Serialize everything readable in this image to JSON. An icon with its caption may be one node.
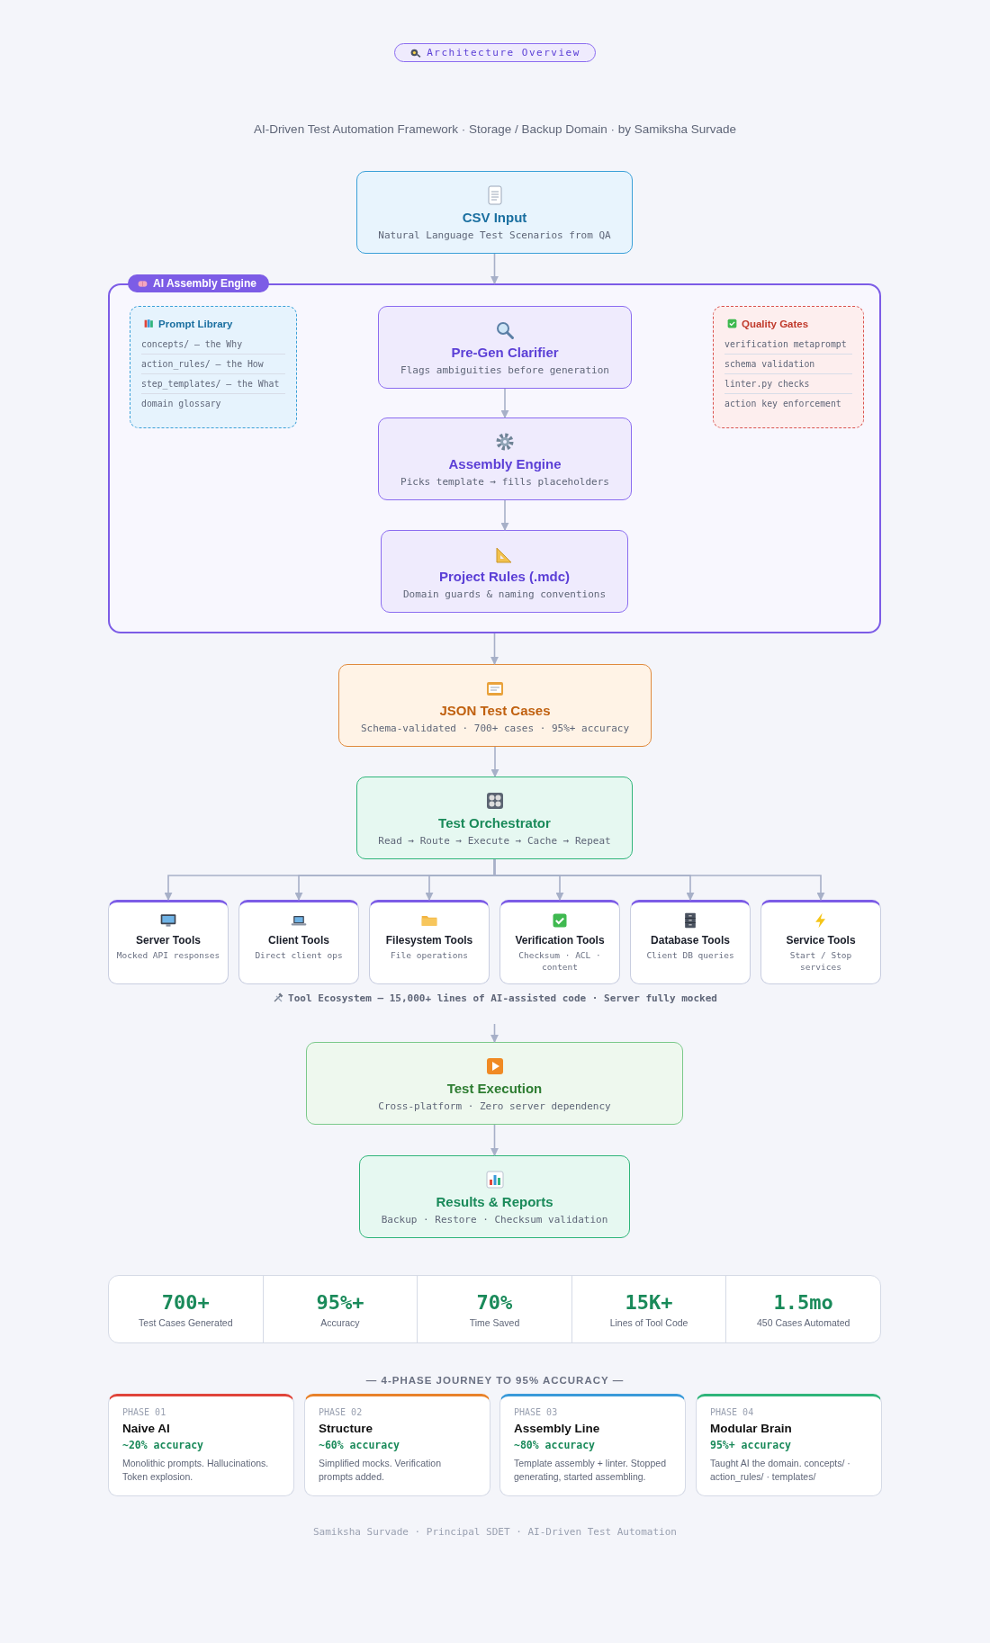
{
  "diagram": {
    "nodes": [
      {
        "text": [
          "CSV Input",
          "Natural Language Test Scenarios from QA"
        ]
      },
      {
        "text": [
          "AI Assembly Engine"
        ]
      },
      {
        "text": [
          "Prompt Library",
          "concepts/ — the Why",
          "action_rules/ — the How",
          "step_templates/ — the What",
          "domain glossary"
        ],
        "in": 1
      },
      {
        "text": [
          "Pre-Gen Clarifier",
          "Flags ambiguities before generation"
        ],
        "in": 1
      },
      {
        "text": [
          "Quality Gates",
          "verification metaprompt",
          "schema validation",
          "linter.py checks",
          "action key enforcement"
        ],
        "in": 1
      },
      {
        "text": [
          "Assembly Engine",
          "Picks template → fills placeholders"
        ],
        "in": 1
      },
      {
        "text": [
          "Project Rules (.mdc)",
          "Domain guards & naming conventions"
        ],
        "in": 1
      },
      {
        "text": [
          "JSON Test Cases",
          "Schema-validated · 700+ cases · 95%+ accuracy"
        ]
      },
      {
        "text": [
          "Test Orchestrator",
          "Read → Route → Execute → Cache → Repeat"
        ]
      },
      {
        "text": [
          "Server Tools",
          "Mocked API responses"
        ]
      },
      {
        "text": [
          "Client Tools",
          "Direct client ops"
        ]
      },
      {
        "text": [
          "Filesystem Tools",
          "File operations"
        ]
      },
      {
        "text": [
          "Verification Tools",
          "Checksum · ACL · content"
        ]
      },
      {
        "text": [
          "Database Tools",
          "Client DB queries"
        ]
      },
      {
        "text": [
          "Service Tools",
          "Start / Stop services"
        ]
      },
      {
        "text": [
          "Test Execution",
          "Cross-platform · Zero server dependency"
        ]
      },
      {
        "text": [
          "Results & Reports",
          "Backup · Restore · Checksum validation"
        ]
      },
      {
        "text": [
          "700+",
          "Test Cases Generated"
        ]
      },
      {
        "text": [
          "95%+",
          "Accuracy"
        ]
      },
      {
        "text": [
          "70%",
          "Time Saved"
        ]
      },
      {
        "text": [
          "15K+",
          "Lines of Tool Code"
        ]
      },
      {
        "text": [
          "1.5mo",
          "450 Cases Automated"
        ]
      },
      {
        "text": [
          "PHASE 01",
          "Naive AI",
          "~20% accuracy",
          "Monolithic prompts. Hallucinations. Token explosion."
        ]
      },
      {
        "text": [
          "PHASE 02",
          "Structure",
          "~60% accuracy",
          "Simplified mocks. Verification prompts added."
        ]
      },
      {
        "text": [
          "PHASE 03",
          "Assembly Line",
          "~80% accuracy",
          "Template assembly + linter. Stopped generating, started assembling."
        ]
      },
      {
        "text": [
          "PHASE 04",
          "Modular Brain",
          "95%+ accuracy",
          "Taught AI the domain. concepts/ · action_rules/ · templates/"
        ]
      }
    ],
    "edges": [
      {
        "from": 0,
        "to": 1,
        "arrow": "to"
      },
      {
        "from": 3,
        "to": 5,
        "arrow": "to"
      },
      {
        "from": 5,
        "to": 6,
        "arrow": "to"
      },
      {
        "from": 1,
        "to": 7,
        "arrow": "to"
      },
      {
        "from": 7,
        "to": 8,
        "arrow": "to"
      },
      {
        "from": 8,
        "to": 9,
        "arrow": "to"
      },
      {
        "from": 8,
        "to": 10,
        "arrow": "to"
      },
      {
        "from": 8,
        "to": 11,
        "arrow": "to"
      },
      {
        "from": 8,
        "to": 12,
        "arrow": "to"
      },
      {
        "from": 8,
        "to": 13,
        "arrow": "to"
      },
      {
        "from": 8,
        "to": 14,
        "arrow": "to"
      },
      {
        "from": null,
        "to": 15,
        "arrow": "to"
      },
      {
        "from": 15,
        "to": 16,
        "arrow": "to"
      }
    ],
    "labels": [
      "Architecture Overview",
      "AI-Driven Test Automation Framework · Storage / Backup Domain · by Samiksha Survade",
      "Tool Ecosystem — 15,000+ lines of AI-assisted code · Server fully mocked",
      "— 4-PHASE JOURNEY TO 95% ACCURACY —",
      "Samiksha Survade · Principal SDET · AI-Driven Test Automation"
    ]
  }
}
